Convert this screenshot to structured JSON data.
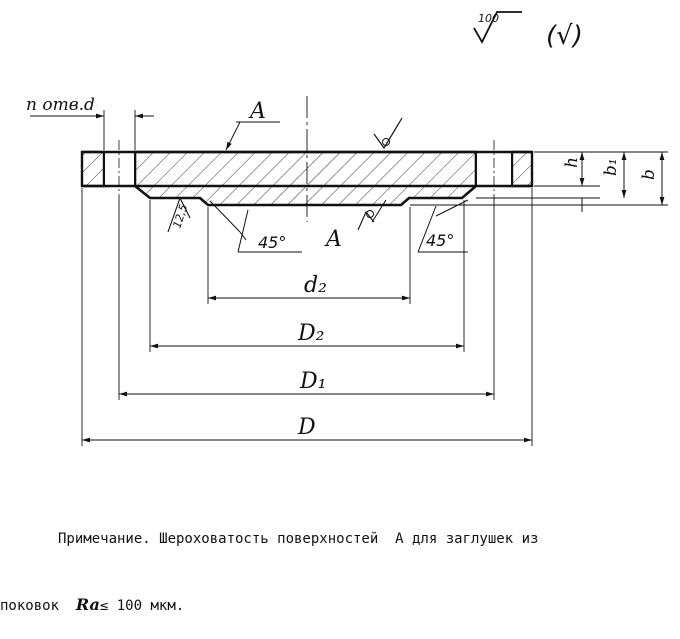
{
  "roughness_header": {
    "value": "100",
    "paren_symbol": "(√)"
  },
  "labels": {
    "holes": "n отв.d",
    "surface_a_top": "A",
    "surface_a_bottom": "A",
    "roughness_12_5": "12,5",
    "chamfer_left": "45°",
    "chamfer_right": "45°"
  },
  "dimensions": {
    "d2": "d₂",
    "D2": "D₂",
    "D1": "D₁",
    "D": "D",
    "h": "h",
    "b1": "b₁",
    "b": "b"
  },
  "note": {
    "line1_a": "Примечание. Шероховатость поверхностей  А для заглушек из",
    "line2_a": "поковок  ",
    "ra_symbol": "Ra",
    "line2_b": "≤ 100 мкм."
  }
}
